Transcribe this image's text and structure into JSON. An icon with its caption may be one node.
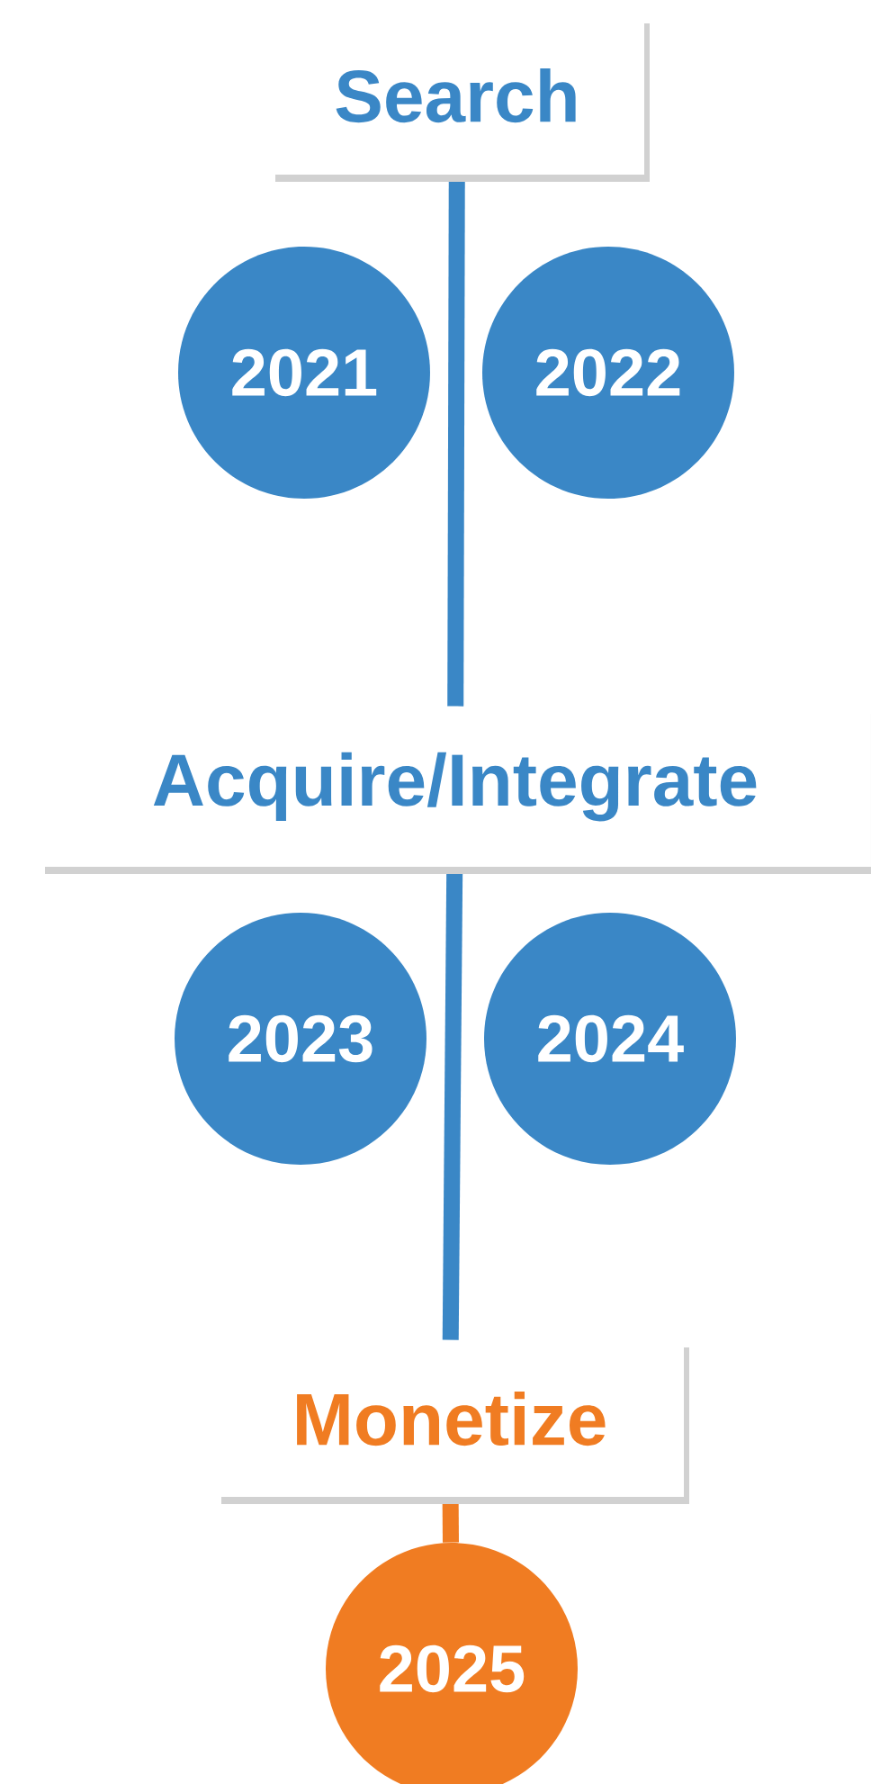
{
  "diagram": {
    "nodes": [
      {
        "text": [
          "Search"
        ]
      },
      {
        "text": [
          "2021"
        ]
      },
      {
        "text": [
          "2022"
        ]
      },
      {
        "text": [
          "Acquire/Integrate"
        ]
      },
      {
        "text": [
          "2023"
        ]
      },
      {
        "text": [
          "2024"
        ]
      },
      {
        "text": [
          "Monetize"
        ]
      },
      {
        "text": [
          "2025"
        ]
      }
    ],
    "edges": [
      {
        "from": 0,
        "to": 3,
        "arrow": "none"
      },
      {
        "from": 3,
        "to": 6,
        "arrow": "none"
      },
      {
        "from": 6,
        "to": 7,
        "arrow": "none",
        "color": "#f07c22"
      }
    ]
  }
}
